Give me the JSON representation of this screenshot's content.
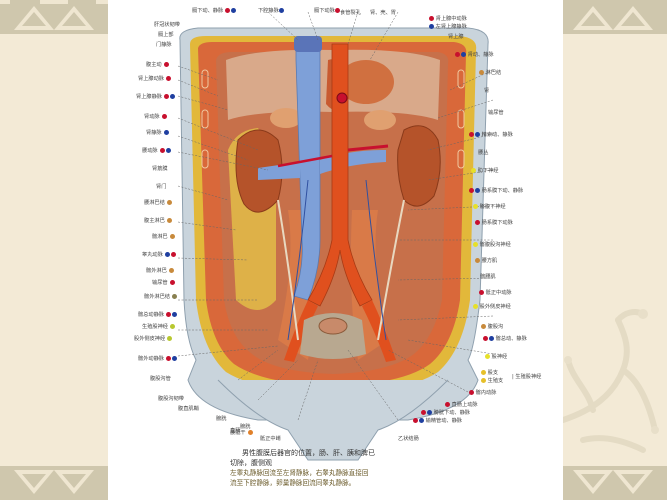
{
  "slide": {
    "background_color": "#f4ecd8",
    "border_pattern_color": "#cfc7ad",
    "panel_color": "#ffffff"
  },
  "figure": {
    "title_line1": "男性腹膜后器官的位置，肠、肝、胰和脾已",
    "title_line2": "切除，腹侧观",
    "note_line1": "左睾丸静脉回流至左肾静脉，右睾丸静脉直接回",
    "note_line2": "流至下腔静脉，卵巢静脉回流同睾丸静脉。",
    "colors": {
      "artery": "#c8102e",
      "vein": "#1f3fa0",
      "nerve": "#e6e02a",
      "lymph": "#c88a3c",
      "vena_cava": "#7ea0d8",
      "aorta": "#e0501e",
      "kidney": "#b5532a",
      "muscle": "#d9683a",
      "fat": "#e2b83a",
      "skin": "#c9d4dc"
    }
  },
  "labels_top": [
    {
      "text": "膈下动、静脉",
      "dots": [
        "artery",
        "vein"
      ]
    },
    {
      "text": "下腔静脉",
      "dots": [
        "vein"
      ]
    },
    {
      "text": "膈下动脉",
      "dots": [
        "artery"
      ]
    },
    {
      "text": "食管裂孔",
      "dots": []
    },
    {
      "text": "肾、壳、胃",
      "dots": []
    }
  ],
  "labels_left": [
    {
      "text": "肝冠状韧带",
      "dots": []
    },
    {
      "text": "膈上部",
      "dots": []
    },
    {
      "text": "门静脉",
      "dots": []
    },
    {
      "text": "腹主动",
      "dots": [
        "artery"
      ]
    },
    {
      "text": "肾上腺动脉",
      "dots": [
        "artery"
      ]
    },
    {
      "text": "肾上腺静脉",
      "dots": [
        "artery",
        "vein"
      ]
    },
    {
      "text": "肾动脉",
      "dots": [
        "artery"
      ]
    },
    {
      "text": "肾静脉",
      "dots": [
        "vein"
      ]
    },
    {
      "text": "腰动脉",
      "dots": [
        "artery",
        "vein"
      ]
    },
    {
      "text": "肾筋膜",
      "dots": []
    },
    {
      "text": "肾门",
      "dots": []
    },
    {
      "text": "腰淋巴结",
      "dots": [
        "lymph"
      ]
    },
    {
      "text": "腹主淋巴",
      "dots": [
        "lymph"
      ]
    },
    {
      "text": "髂淋巴",
      "dots": [
        "lymph"
      ]
    },
    {
      "text": "睾丸动脉",
      "dots": [
        "vein",
        "artery"
      ]
    },
    {
      "text": "髂外淋巴",
      "dots": [
        "lymph"
      ]
    },
    {
      "text": "输尿管",
      "dots": [
        "artery"
      ]
    },
    {
      "text": "髂外淋巴结",
      "dots": [
        "lymph"
      ]
    },
    {
      "text": "髂总动静脉",
      "dots": [
        "artery",
        "vein"
      ]
    },
    {
      "text": "生殖股神经",
      "dots": [
        "nerve"
      ]
    },
    {
      "text": "股外侧皮神经",
      "dots": [
        "nerve"
      ]
    },
    {
      "text": "髂外动静脉",
      "dots": [
        "artery",
        "vein"
      ]
    },
    {
      "text": "腹股沟管",
      "dots": []
    },
    {
      "text": "腹股沟韧带",
      "dots": []
    },
    {
      "text": "腹直肌鞘",
      "dots": []
    },
    {
      "text": "膀胱",
      "dots": []
    }
  ],
  "labels_right": [
    {
      "text": "肾上腺中动脉",
      "dots": [
        "artery"
      ]
    },
    {
      "text": "左肾上腺静脉",
      "dots": [
        "vein"
      ]
    },
    {
      "text": "肾上腺",
      "dots": []
    },
    {
      "text": "肾动、静脉",
      "dots": [
        "artery",
        "vein"
      ]
    },
    {
      "text": "淋巴结",
      "dots": [
        "lymph"
      ]
    },
    {
      "text": "肾",
      "dots": []
    },
    {
      "text": "输尿管",
      "dots": []
    },
    {
      "text": "精索动、静脉",
      "dots": [
        "artery",
        "vein"
      ]
    },
    {
      "text": "腰丛",
      "dots": []
    },
    {
      "text": "肋下神经",
      "dots": [
        "nerve"
      ]
    },
    {
      "text": "肠系膜下动、静脉",
      "dots": [
        "artery",
        "vein"
      ]
    },
    {
      "text": "髂腹下神经",
      "dots": [
        "nerve"
      ]
    },
    {
      "text": "肠系膜下动脉",
      "dots": [
        "artery"
      ]
    },
    {
      "text": "髂腹股沟神经",
      "dots": [
        "nerve"
      ]
    },
    {
      "text": "腰方肌",
      "dots": [
        "lymph"
      ]
    },
    {
      "text": "髂腰肌",
      "dots": []
    },
    {
      "text": "骶正中动脉",
      "dots": [
        "artery"
      ]
    },
    {
      "text": "股外侧皮神经",
      "dots": [
        "nerve"
      ]
    },
    {
      "text": "腹股沟",
      "dots": [
        "lymph"
      ]
    },
    {
      "text": "髂总动、静脉",
      "dots": [
        "artery",
        "vein"
      ]
    },
    {
      "text": "股神经",
      "dots": [
        "nerve"
      ]
    },
    {
      "text": "股支",
      "dots": [
        "nerve"
      ]
    },
    {
      "text": "生殖支",
      "dots": [
        "nerve"
      ]
    },
    {
      "text": "生殖股神经",
      "dots": []
    },
    {
      "text": "髂内动脉",
      "dots": [
        "artery"
      ]
    },
    {
      "text": "直肠上动脉",
      "dots": [
        "artery"
      ]
    },
    {
      "text": "膀胱下动、静脉",
      "dots": [
        "artery",
        "vein"
      ]
    },
    {
      "text": "输精管动、静脉",
      "dots": [
        "artery",
        "vein"
      ]
    }
  ],
  "labels_bottom": [
    {
      "text": "膀胱",
      "dots": []
    },
    {
      "text": "直肠",
      "dots": []
    },
    {
      "text": "腰骶干",
      "dots": [
        "lymph"
      ]
    },
    {
      "text": "骶正中嵴",
      "dots": []
    },
    {
      "text": "乙状结肠",
      "dots": []
    }
  ]
}
